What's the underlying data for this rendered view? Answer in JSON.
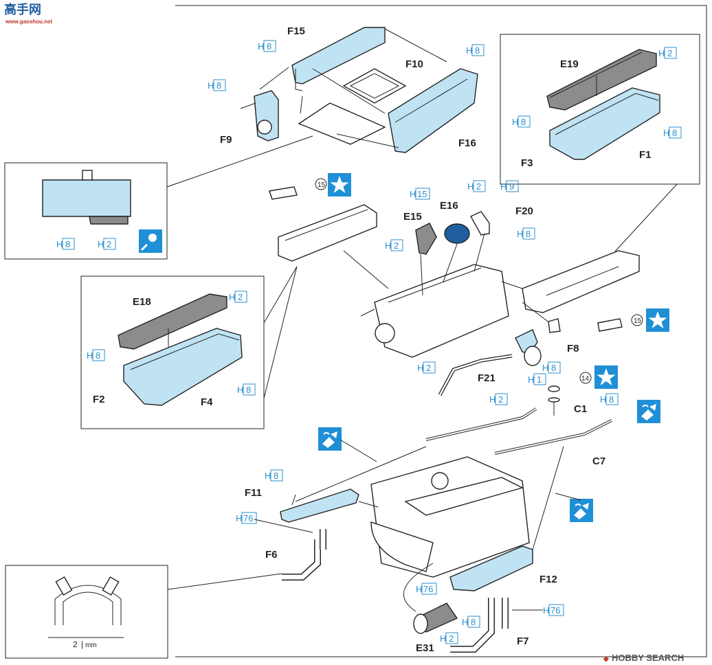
{
  "watermark_top": {
    "logo": "高手网",
    "sub": "www.gaoshou.net"
  },
  "watermark_bottom": {
    "brand": "HOBBY SEARCH"
  },
  "parts": {
    "F15": "F15",
    "F10": "F10",
    "F16": "F16",
    "F9": "F9",
    "E19": "E19",
    "F3": "F3",
    "F1": "F1",
    "E16": "E16",
    "F20": "F20",
    "E15": "E15",
    "E18": "E18",
    "F2": "F2",
    "F4": "F4",
    "F8": "F8",
    "F21": "F21",
    "C1": "C1",
    "C7": "C7",
    "F11": "F11",
    "F6": "F6",
    "F12": "F12",
    "F7": "F7",
    "E31": "E31"
  },
  "color_codes": {
    "H": "H",
    "h8": "8",
    "h2": "2",
    "h15": "15",
    "h9": "9",
    "h1": "1",
    "h76": "76"
  },
  "decal_numbers": {
    "n15": "15",
    "n14": "14"
  },
  "dimension": {
    "value": "2",
    "unit": "mm"
  },
  "colors": {
    "accent_blue": "#2a8fd0",
    "part_blue": "#bfe3f3",
    "gunmetal": "#8c8c8c",
    "sticker_blue": "#1f8fd6"
  },
  "icons": [
    "star-decal-icon",
    "brush-paint-icon",
    "cement-icon"
  ]
}
